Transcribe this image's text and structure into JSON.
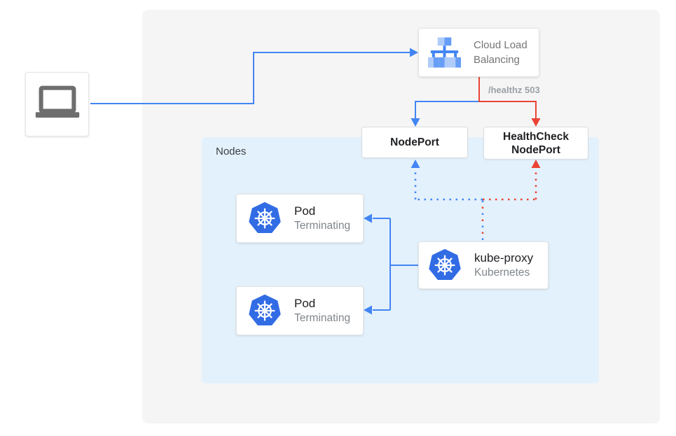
{
  "colors": {
    "blue": "#4285f4",
    "red": "#ea4335",
    "k8s_blue": "#326ce5",
    "panel_gray": "#f5f5f5",
    "nodes_blue": "#e3f1fc"
  },
  "icons": {
    "client": "laptop-icon",
    "load_balancer": "cloud-load-balancing-icon",
    "kubernetes": "kubernetes-helm-icon"
  },
  "nodes": {
    "cloud_load_balancing": {
      "label": "Cloud Load Balancing"
    },
    "healthz_badge": "/healthz 503",
    "nodeport": {
      "label": "NodePort"
    },
    "healthcheck_nodeport": {
      "label": "HealthCheck NodePort"
    },
    "nodes_group": {
      "label": "Nodes"
    },
    "pods": [
      {
        "title": "Pod",
        "status": "Terminating"
      },
      {
        "title": "Pod",
        "status": "Terminating"
      }
    ],
    "kube_proxy": {
      "title": "kube-proxy",
      "subtitle": "Kubernetes"
    }
  }
}
